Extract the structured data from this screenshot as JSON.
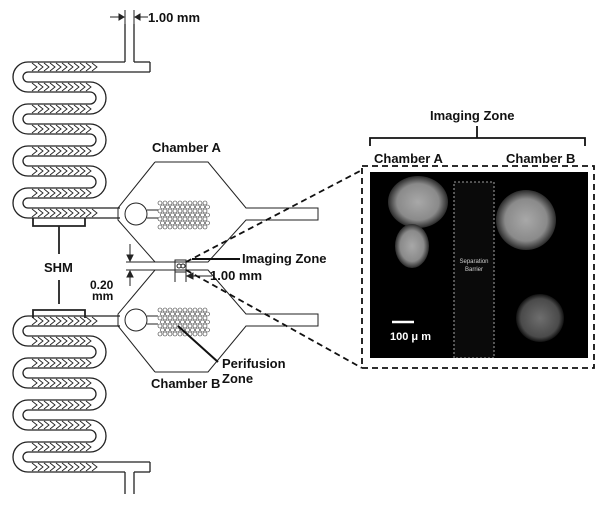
{
  "labels": {
    "width_top": "1.00 mm",
    "chamber_a": "Chamber A",
    "chamber_b": "Chamber B",
    "shm": "SHM",
    "gap_value": "0.20",
    "gap_unit": "mm",
    "imaging_zone_left": "Imaging Zone",
    "channel_width": "1.00 mm",
    "perifusion_line1": "Perifusion",
    "perifusion_line2": "Zone"
  },
  "inset": {
    "title": "Imaging Zone",
    "chamber_a": "Chamber A",
    "chamber_b": "Chamber B",
    "barrier_line1": "Separation",
    "barrier_line2": "Barrier",
    "scale_bar": "100 μ m"
  },
  "colors": {
    "line": "#222222",
    "micro_bg": "#000000",
    "islet": "#9a9a9a"
  }
}
